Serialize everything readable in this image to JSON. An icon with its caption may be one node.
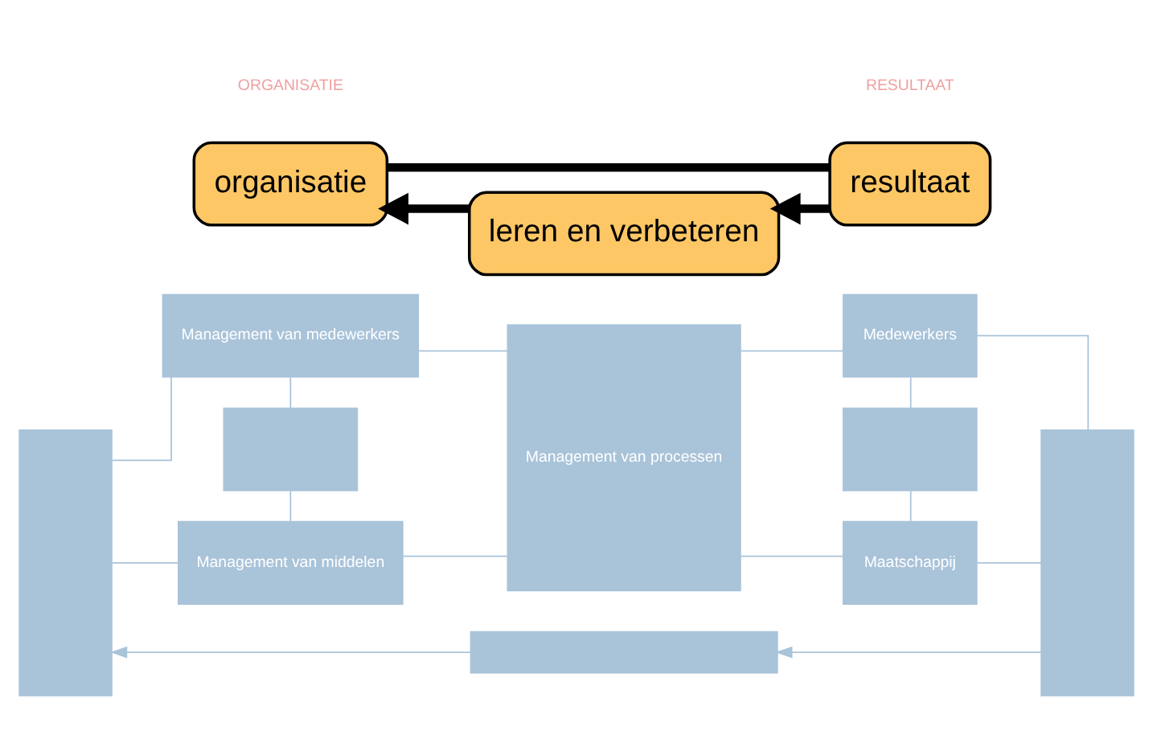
{
  "diagram": {
    "nodes": [
      {
        "text": [],
        "shape": "box"
      },
      {
        "text": [
          "Management van medewerkers"
        ]
      },
      {
        "text": [],
        "shape": "box"
      },
      {
        "text": [
          "Management van middelen"
        ]
      },
      {
        "text": [
          "Management van processen"
        ]
      },
      {
        "text": [
          "Medewerkers"
        ]
      },
      {
        "text": [],
        "shape": "box"
      },
      {
        "text": [
          "Maatschappij"
        ]
      },
      {
        "text": [],
        "shape": "box"
      },
      {
        "text": [],
        "shape": "box"
      },
      {
        "text": [
          "organisatie"
        ]
      },
      {
        "text": [
          "resultaat"
        ]
      },
      {
        "text": [
          "leren en verbeteren"
        ]
      }
    ],
    "edges": [
      {
        "from": 0,
        "to": 1,
        "arrow": "none"
      },
      {
        "from": 0,
        "to": 3,
        "arrow": "none"
      },
      {
        "from": 1,
        "to": 2,
        "arrow": "none"
      },
      {
        "from": 2,
        "to": 3,
        "arrow": "none"
      },
      {
        "from": 1,
        "to": 4,
        "arrow": "none"
      },
      {
        "from": 3,
        "to": 4,
        "arrow": "none"
      },
      {
        "from": 4,
        "to": 5,
        "arrow": "none"
      },
      {
        "from": 4,
        "to": 7,
        "arrow": "none"
      },
      {
        "from": 5,
        "to": 6,
        "arrow": "none"
      },
      {
        "from": 6,
        "to": 7,
        "arrow": "none"
      },
      {
        "from": 5,
        "to": 8,
        "arrow": "none"
      },
      {
        "from": 7,
        "to": 8,
        "arrow": "none"
      },
      {
        "from": 8,
        "to": 9,
        "arrow": "to"
      },
      {
        "from": 9,
        "to": 0,
        "arrow": "to"
      },
      {
        "from": 10,
        "to": 11,
        "arrow": "none",
        "style": "thick",
        "color": "#000000"
      },
      {
        "from": 11,
        "to": 12,
        "arrow": "to",
        "style": "thick",
        "color": "#000000"
      },
      {
        "from": 12,
        "to": 10,
        "arrow": "to",
        "style": "thick",
        "color": "#000000"
      }
    ],
    "labels": [
      "ORGANISATIE",
      "RESULTAAT"
    ]
  }
}
